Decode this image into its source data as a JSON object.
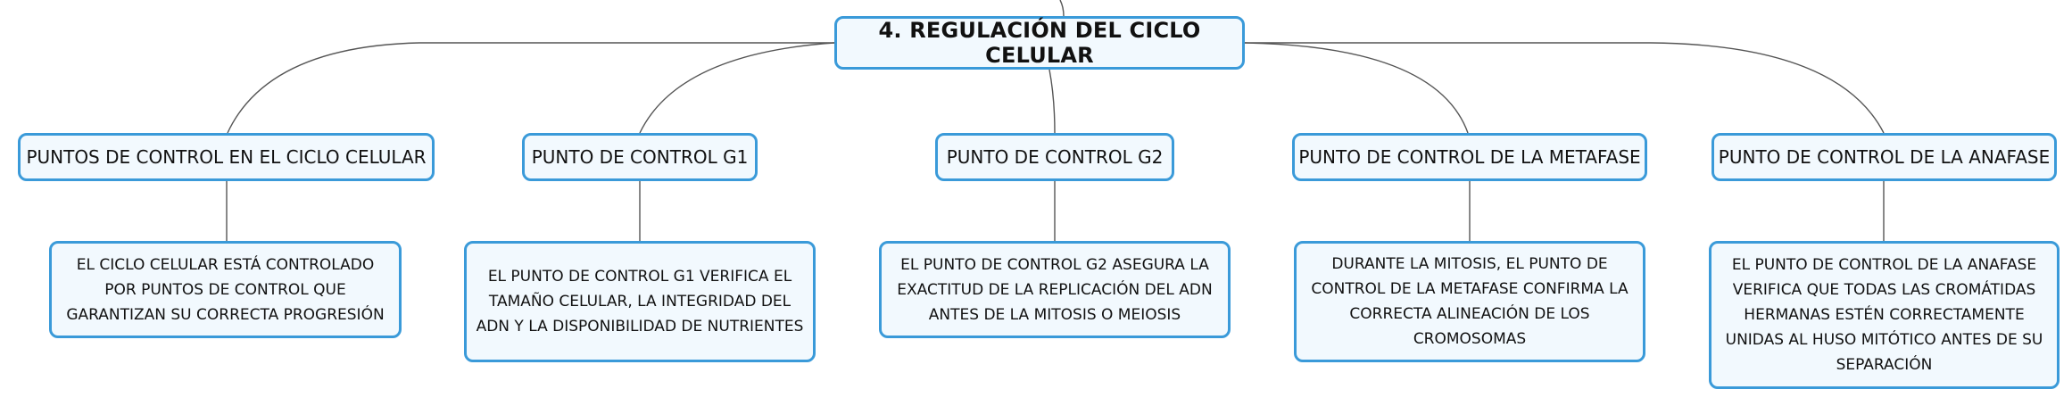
{
  "root": {
    "title": "4. REGULACIÓN DEL CICLO CELULAR"
  },
  "topics": [
    {
      "label": "PUNTOS DE CONTROL EN EL CICLO CELULAR",
      "detail": "EL CICLO CELULAR ESTÁ CONTROLADO POR PUNTOS DE CONTROL QUE GARANTIZAN SU CORRECTA PROGRESIÓN"
    },
    {
      "label": "PUNTO DE CONTROL G1",
      "detail": "EL PUNTO DE CONTROL G1 VERIFICA EL TAMAÑO CELULAR, LA INTEGRIDAD DEL ADN Y LA DISPONIBILIDAD DE NUTRIENTES"
    },
    {
      "label": "PUNTO DE CONTROL G2",
      "detail": "EL PUNTO DE CONTROL G2 ASEGURA LA EXACTITUD DE LA REPLICACIÓN DEL ADN ANTES DE LA MITOSIS O MEIOSIS"
    },
    {
      "label": "PUNTO DE CONTROL DE LA METAFASE",
      "detail": "DURANTE LA MITOSIS, EL PUNTO DE CONTROL DE LA METAFASE CONFIRMA LA CORRECTA ALINEACIÓN DE LOS CROMOSOMAS"
    },
    {
      "label": "PUNTO DE CONTROL DE LA ANAFASE",
      "detail": "EL PUNTO DE CONTROL DE LA ANAFASE VERIFICA QUE TODAS LAS CROMÁTIDAS HERMANAS ESTÉN CORRECTAMENTE UNIDAS AL HUSO MITÓTICO ANTES DE SU SEPARACIÓN"
    }
  ],
  "colors": {
    "node_border": "#3a9ad9",
    "node_fill": "#f2f9fe",
    "connector": "#555555",
    "text": "#111111"
  }
}
